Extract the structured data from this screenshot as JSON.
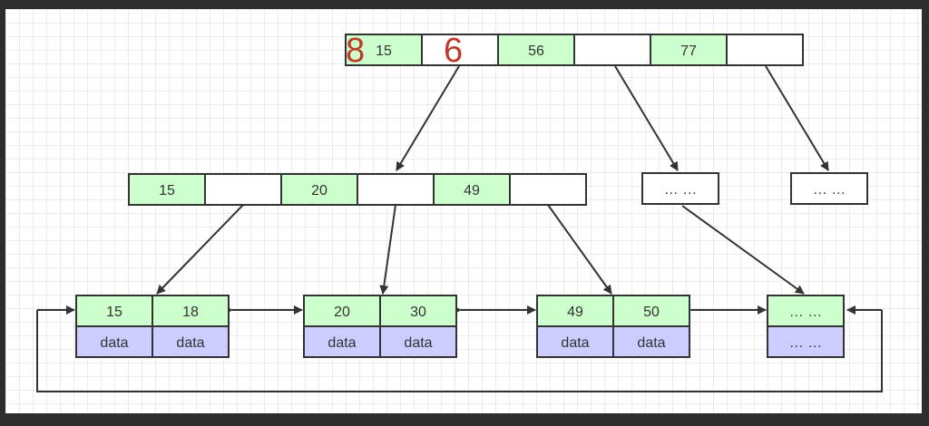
{
  "colors": {
    "key_fill": "#ccffcc",
    "empty_fill": "#ffffff",
    "data_fill": "#ccccff",
    "stroke": "#333333",
    "marker": "#c0392b",
    "canvas": "#ffffff",
    "frame": "#2d2d2d"
  },
  "root": {
    "cells": [
      "15",
      "",
      "56",
      "",
      "77",
      ""
    ],
    "markers": [
      "8",
      "6"
    ]
  },
  "internal": {
    "cells": [
      "15",
      "",
      "20",
      "",
      "49",
      ""
    ],
    "placeholders": [
      "… …",
      "… …"
    ]
  },
  "leaves": [
    {
      "keys": [
        "15",
        "18"
      ],
      "data": [
        "data",
        "data"
      ]
    },
    {
      "keys": [
        "20",
        "30"
      ],
      "data": [
        "data",
        "data"
      ]
    },
    {
      "keys": [
        "49",
        "50"
      ],
      "data": [
        "data",
        "data"
      ]
    },
    {
      "keys": [
        "… …"
      ],
      "data": [
        "… …"
      ]
    }
  ]
}
